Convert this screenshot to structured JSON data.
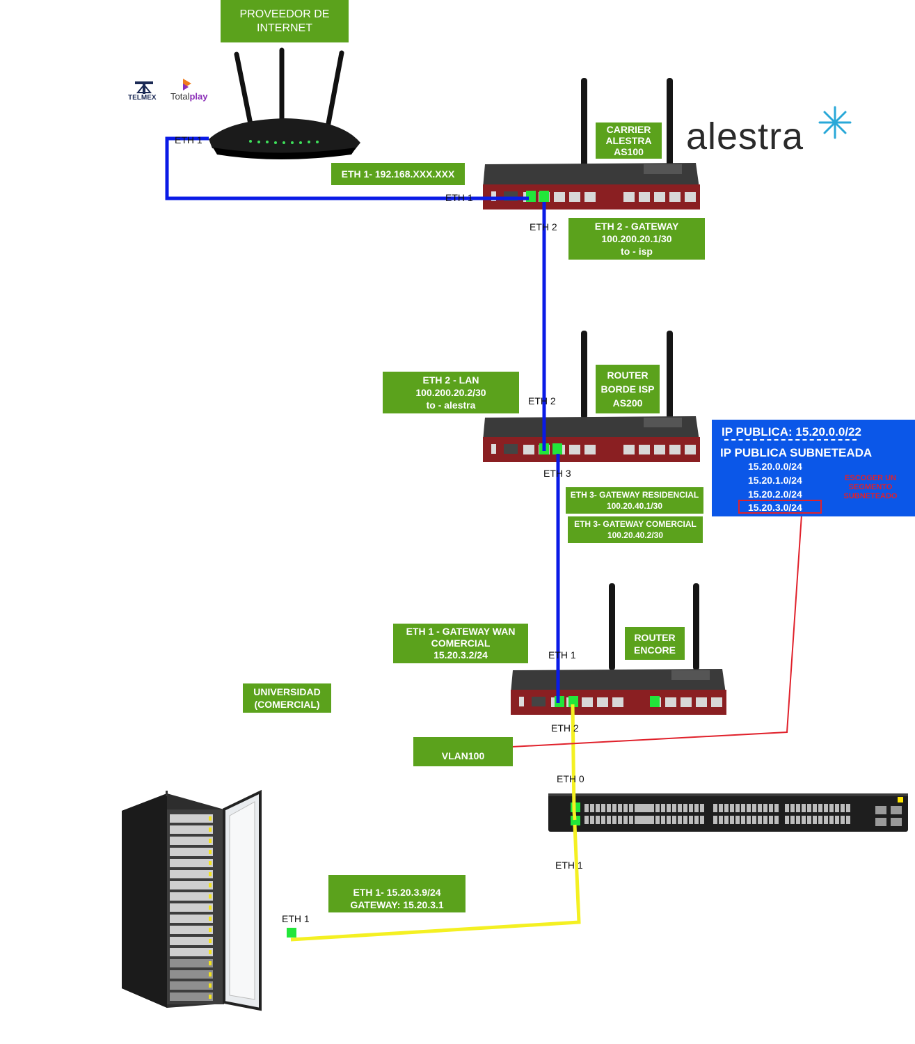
{
  "labels": {
    "isp_title": [
      "PROVEEDOR DE",
      "INTERNET"
    ],
    "router_isp_eth1": "ETH 1",
    "eth1_192": "ETH 1- 192.168.XXX.XXX",
    "carrier": [
      "CARRIER",
      "ALESTRA",
      "AS100"
    ],
    "carrier_eth1": "ETH 1",
    "carrier_eth2": "ETH 2",
    "eth2_gateway": [
      "ETH 2 - GATEWAY",
      "100.200.20.1/30",
      "to - isp"
    ],
    "eth2_lan": [
      "ETH 2 - LAN",
      "100.200.20.2/30",
      "to - alestra"
    ],
    "router_borde": [
      "ROUTER",
      "BORDE ISP",
      "AS200"
    ],
    "borde_eth2": "ETH 2",
    "borde_eth3": "ETH 3",
    "eth3_residencial": [
      "ETH 3- GATEWAY RESIDENCIAL",
      "100.20.40.1/30"
    ],
    "eth3_comercial": [
      "ETH 3- GATEWAY COMERCIAL",
      "100.20.40.2/30"
    ],
    "eth1_wan": [
      "ETH 1 - GATEWAY WAN",
      "COMERCIAL",
      "15.20.3.2/24"
    ],
    "router_encore": [
      "ROUTER",
      "ENCORE"
    ],
    "encore_eth1": "ETH 1",
    "encore_eth2": "ETH 2",
    "universidad": [
      "UNIVERSIDAD",
      "(COMERCIAL)"
    ],
    "vlan": "VLAN100",
    "switch_eth0": "ETH 0",
    "switch_eth1": "ETH 1",
    "server_eth": [
      "ETH 1- 15.20.3.9/24",
      "GATEWAY: 15.20.3.1"
    ],
    "server_eth1": "ETH 1"
  },
  "ip_panel": {
    "title": "IP PUBLICA: 15.20.0.0/22",
    "subtitle": "IP PUBLICA SUBNETEADA",
    "subnets": [
      "15.20.0.0/24",
      "15.20.1.0/24",
      "15.20.2.0/24",
      "15.20.3.0/24"
    ],
    "note": "ESCOGER UN SEGMENTO SUBNETEADO"
  },
  "logos": {
    "alestra": "alestra",
    "telmex": "TELMEX",
    "totalplay_a": "Total",
    "totalplay_b": "play"
  },
  "colors": {
    "green_box": "#5ba21c",
    "blue_link": "#0a1be6",
    "yellow_link": "#f4f022",
    "red_link": "#e0212b",
    "panel_blue": "#0b57e8",
    "router_red": "#8a1f22",
    "port_green": "#22e63a"
  }
}
